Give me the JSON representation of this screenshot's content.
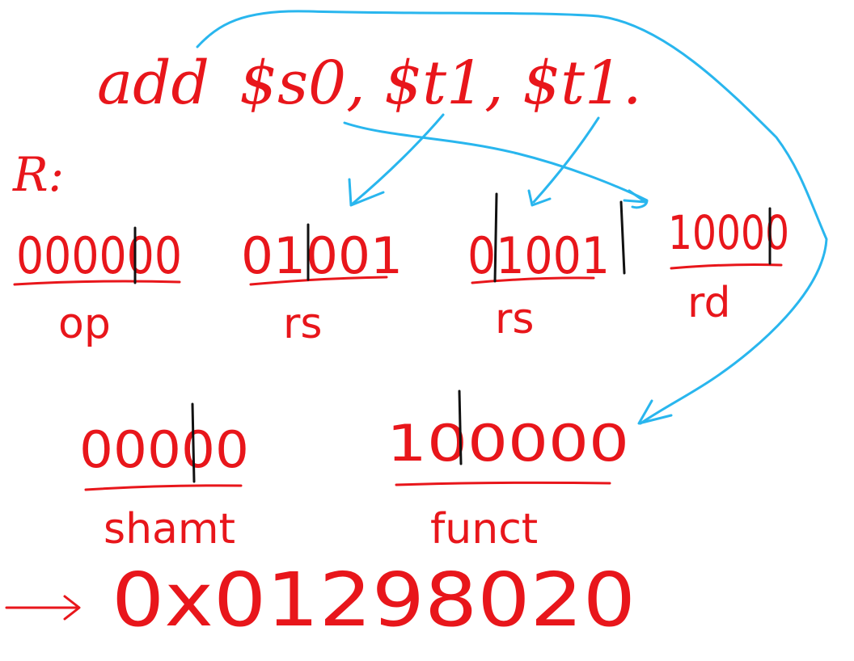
{
  "instruction": {
    "mnemonic": "add",
    "operands": "$s0, $t1, $t1."
  },
  "format_label": "R:",
  "fields": [
    {
      "bits": "000000",
      "label": "op"
    },
    {
      "bits": "01001",
      "label": "rs"
    },
    {
      "bits": "01001",
      "label": "rs"
    },
    {
      "bits": "10000",
      "label": "rd"
    },
    {
      "bits": "00000",
      "label": "shamt"
    },
    {
      "bits": "100000",
      "label": "funct"
    }
  ],
  "result": {
    "arrow": "→",
    "hex": "0x01298020"
  },
  "colors": {
    "ink": "#e8161b",
    "arrows": "#29b6ee",
    "dividers": "#111111"
  }
}
